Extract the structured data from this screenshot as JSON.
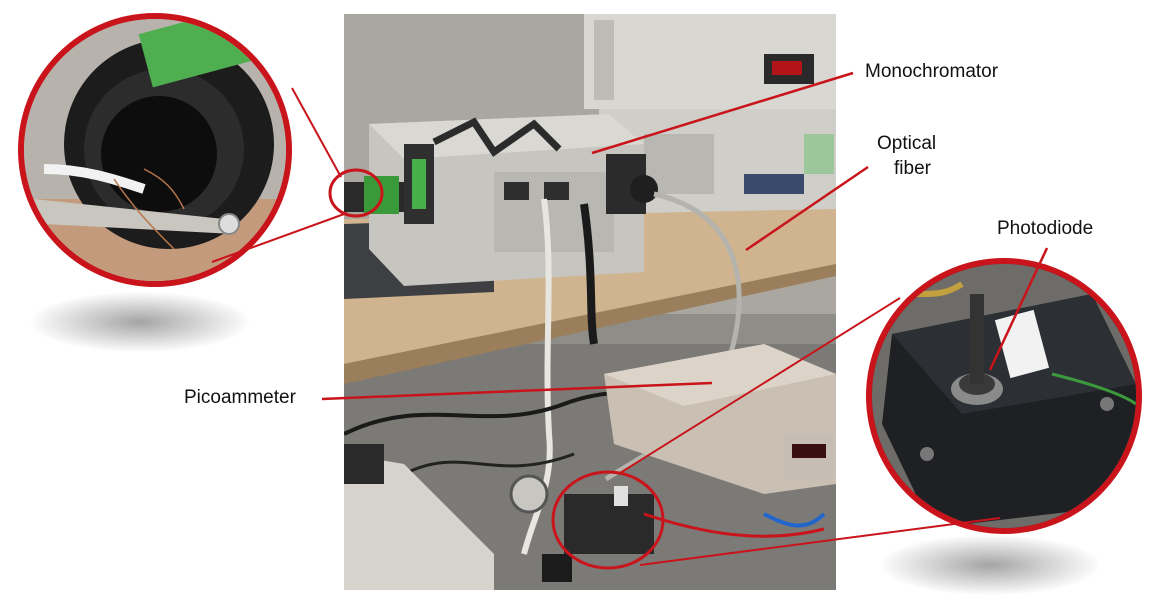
{
  "labels": {
    "monochromator": "Monochromator",
    "optical_fiber_line1": "Optical",
    "optical_fiber_line2": "fiber",
    "photodiode": "Photodiode",
    "picoammeter": "Picoammeter"
  },
  "colors": {
    "annotation": "#c8141a",
    "background": "#ffffff"
  }
}
